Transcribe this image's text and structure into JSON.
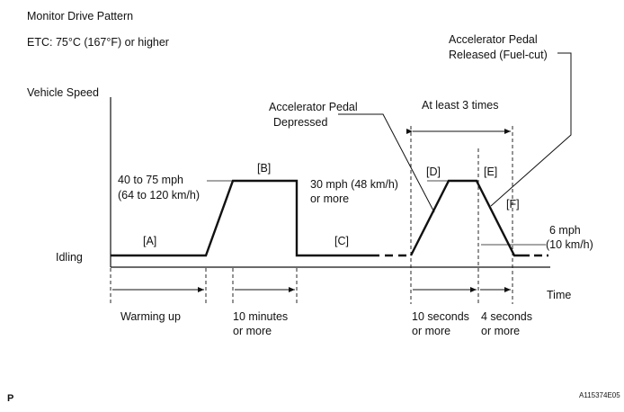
{
  "title": "Monitor Drive Pattern",
  "condition": "ETC: 75°C (167°F) or higher",
  "y_label": "Vehicle Speed",
  "x_label": "Time",
  "idling_label": "Idling",
  "speed_labels": {
    "high_line1": "40 to 75 mph",
    "high_line2": "(64 to 120 km/h)",
    "mid_line1": "30 mph (48 km/h)",
    "mid_line2": "or more",
    "low_line1": "6 mph",
    "low_line2": "(10 km/h)"
  },
  "phases": {
    "a": "[A]",
    "b": "[B]",
    "c": "[C]",
    "d": "[D]",
    "e": "[E]",
    "f": "[F]"
  },
  "callouts": {
    "pedal_depressed_1": "Accelerator Pedal",
    "pedal_depressed_2": "Depressed",
    "pedal_released_1": "Accelerator Pedal",
    "pedal_released_2": "Released (Fuel-cut)",
    "repeat": "At least 3 times"
  },
  "durations": {
    "warming": "Warming up",
    "ten_min_1": "10 minutes",
    "ten_min_2": "or more",
    "ten_sec_1": "10 seconds",
    "ten_sec_2": "or more",
    "four_sec_1": "4 seconds",
    "four_sec_2": "or more"
  },
  "footer": {
    "corner_letter": "P",
    "figure_code": "A115374E05"
  }
}
